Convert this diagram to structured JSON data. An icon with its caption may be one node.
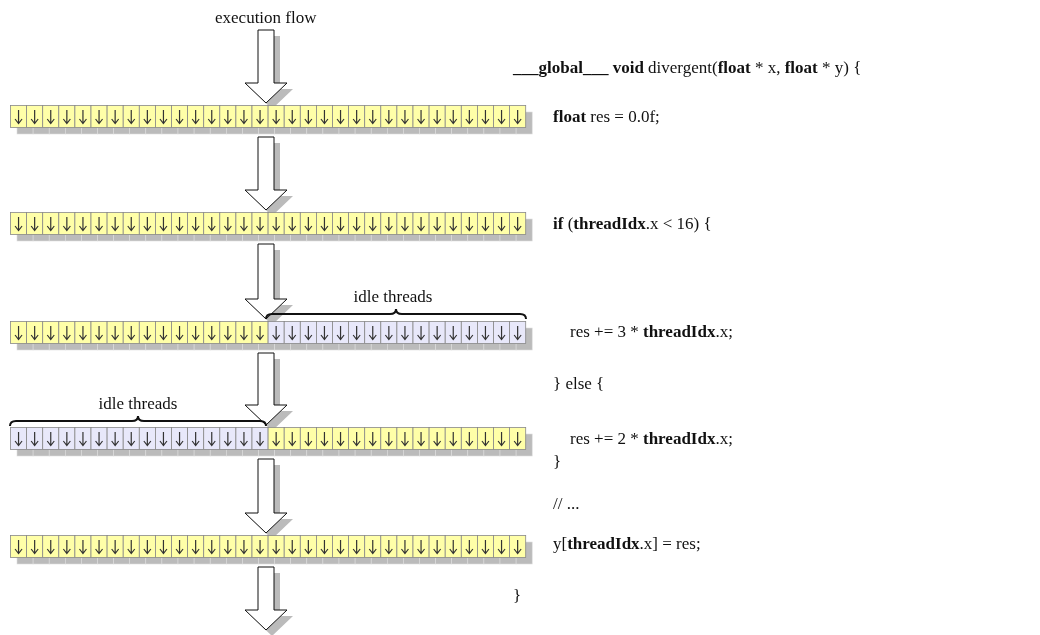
{
  "diagram": {
    "nodes": [
      {
        "text": [
          "execution flow"
        ]
      },
      {
        "text": [],
        "shape": "bar"
      },
      {
        "text": [],
        "shape": "bar"
      },
      {
        "text": [],
        "shape": "bar"
      },
      {
        "text": [],
        "shape": "bar"
      },
      {
        "text": [],
        "shape": "bar"
      }
    ],
    "edges": [
      {
        "from": 0,
        "to": 1,
        "arrow": "to"
      },
      {
        "from": 1,
        "to": 2,
        "arrow": "to"
      },
      {
        "from": 2,
        "to": 3,
        "arrow": "to"
      },
      {
        "from": 3,
        "to": 4,
        "arrow": "to"
      },
      {
        "from": 4,
        "to": 5,
        "arrow": "to"
      },
      {
        "from": 5,
        "to": null,
        "arrow": "to"
      }
    ],
    "labels": [
      "**___global___** **void** divergent(**float** * x, **float** * y) {",
      "**float** res = 0.0f;",
      "**if** (**threadIdx**.x < 16) {",
      "idle threads",
      "res += 3 * **threadIdx**.x;",
      "} else {",
      "idle threads",
      "res += 2 * **threadIdx**.x;",
      "}",
      "// ...",
      "y[**threadIdx**.x] = res;",
      "}"
    ]
  }
}
